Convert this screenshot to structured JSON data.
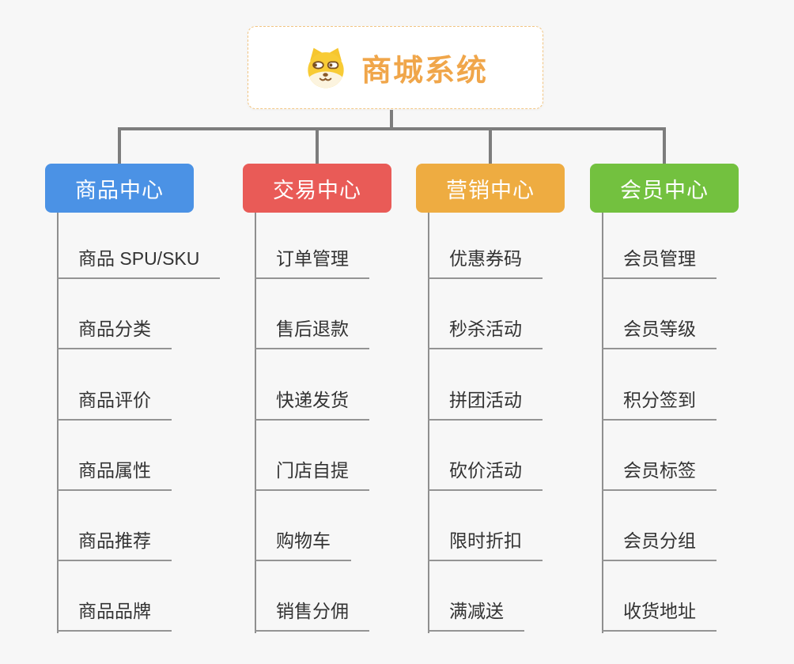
{
  "app": {
    "background_color": "#f7f7f7",
    "connector_color": "#7d7d7d",
    "leaf_line_color": "#949494",
    "leaf_text_color": "#333333"
  },
  "root": {
    "title": "商城系统",
    "title_color": "#f0a64a",
    "border_color": "#f2c582",
    "icon": "dog-icon"
  },
  "branches": [
    {
      "label": "商品中心",
      "color": "#4b92e5",
      "items": [
        "商品 SPU/SKU",
        "商品分类",
        "商品评价",
        "商品属性",
        "商品推荐",
        "商品品牌"
      ]
    },
    {
      "label": "交易中心",
      "color": "#e95b57",
      "items": [
        "订单管理",
        "售后退款",
        "快递发货",
        "门店自提",
        "购物车",
        "销售分佣"
      ]
    },
    {
      "label": "营销中心",
      "color": "#eeac41",
      "items": [
        "优惠券码",
        "秒杀活动",
        "拼团活动",
        "砍价活动",
        "限时折扣",
        "满减送"
      ]
    },
    {
      "label": "会员中心",
      "color": "#73c13f",
      "items": [
        "会员管理",
        "会员等级",
        "积分签到",
        "会员标签",
        "会员分组",
        "收货地址"
      ]
    }
  ]
}
